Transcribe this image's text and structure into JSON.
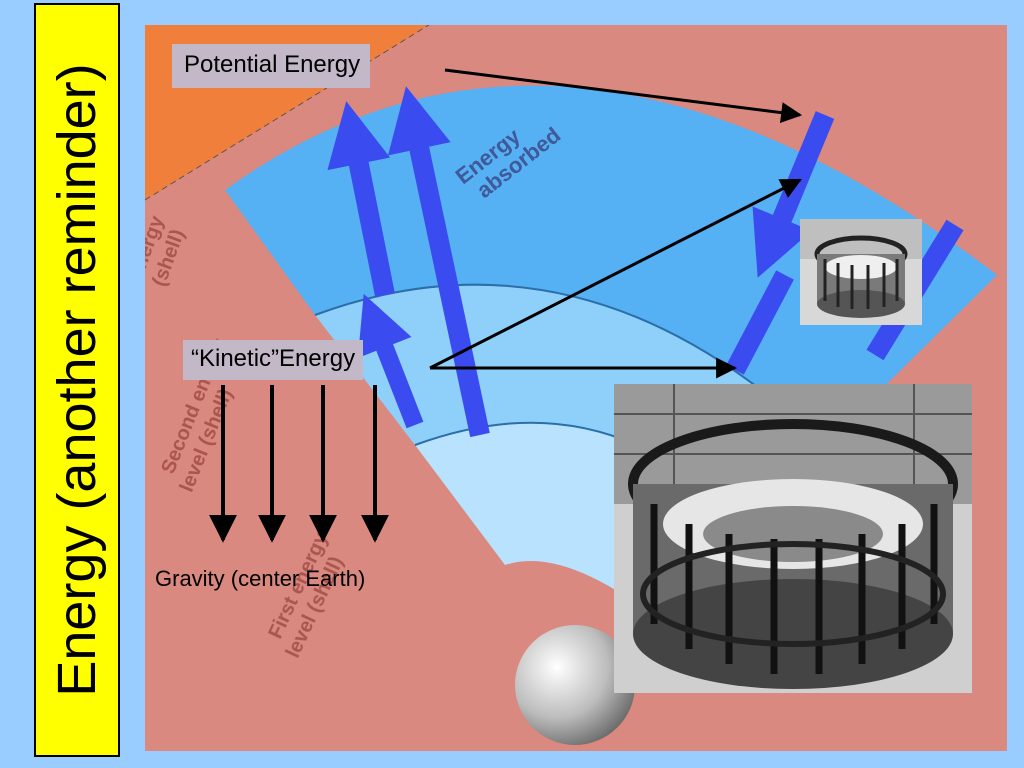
{
  "sidebar": {
    "title": "Energy (another reminder)"
  },
  "labels": {
    "potential": "Potential Energy",
    "kinetic_quoted": "“Kinetic”",
    "kinetic_suffix": "Energy",
    "gravity": "Gravity (center Earth)"
  },
  "diagram_text": {
    "energy_absorbed_1": "Energy",
    "energy_absorbed_2": "absorbed",
    "third_level_1": "nergy",
    "third_level_2": "(shell)",
    "second_level_1": "Second energy",
    "second_level_2": "level (shell)",
    "first_level_1": "First energy",
    "first_level_2": "level (shell)"
  },
  "colors": {
    "background": "#99ccff",
    "sidebar": "#ffff00",
    "frame_orange": "#f07f3c",
    "card_pink": "#d9897f",
    "band_blue_outer": "#56b0f4",
    "band_blue_middle": "#8fd0fb",
    "band_blue_inner": "#b8e2fd",
    "arrow_blue": "#3a4cf0",
    "label_box": "#c3b8c8"
  },
  "icons": [
    "nucleus-sphere-icon",
    "arrow-icon"
  ]
}
